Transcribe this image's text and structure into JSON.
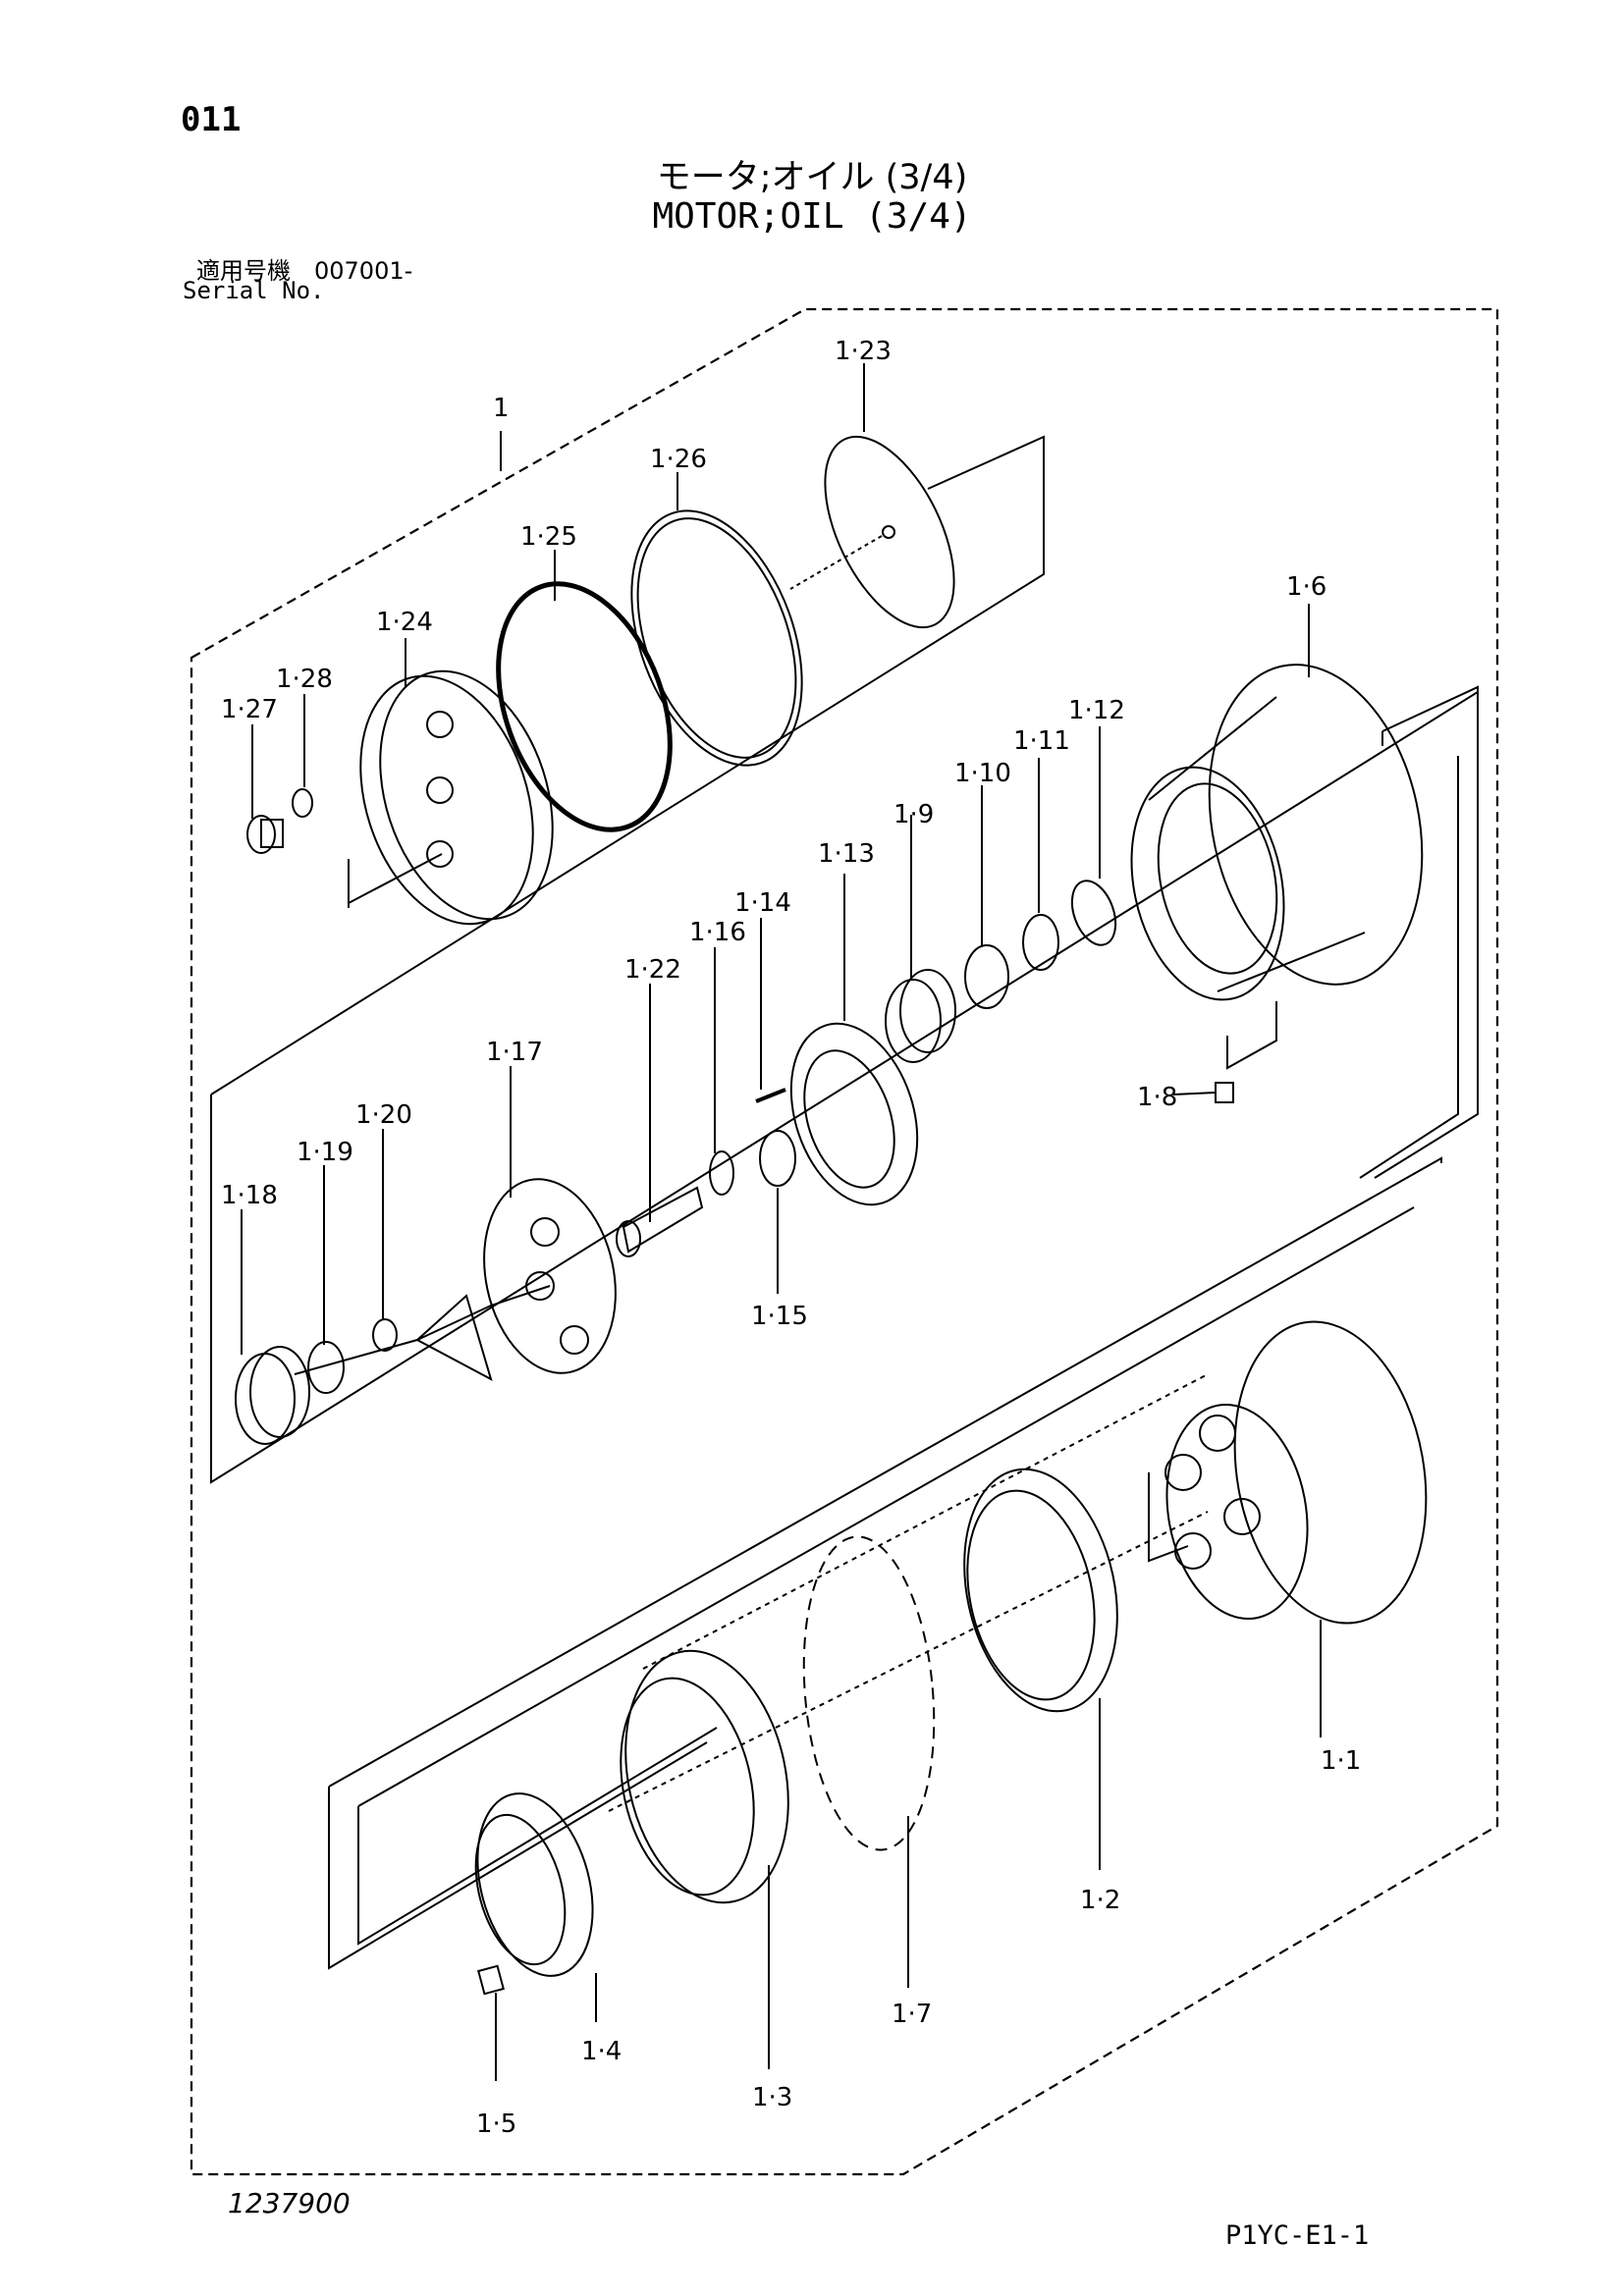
{
  "header": {
    "page_code": "011",
    "title_jp": "モータ;オイル (3/4)",
    "title_en": "MOTOR;OIL (3/4)",
    "serial_label_jp": "適用号機　007001-",
    "serial_label_en": "Serial No."
  },
  "callouts": {
    "c1": "1",
    "c1_1": "1·1",
    "c1_2": "1·2",
    "c1_3": "1·3",
    "c1_4": "1·4",
    "c1_5": "1·5",
    "c1_6": "1·6",
    "c1_7": "1·7",
    "c1_8": "1·8",
    "c1_9": "1·9",
    "c1_10": "1·10",
    "c1_11": "1·11",
    "c1_12": "1·12",
    "c1_13": "1·13",
    "c1_14": "1·14",
    "c1_15": "1·15",
    "c1_16": "1·16",
    "c1_17": "1·17",
    "c1_18": "1·18",
    "c1_19": "1·19",
    "c1_20": "1·20",
    "c1_22": "1·22",
    "c1_23": "1·23",
    "c1_24": "1·24",
    "c1_25": "1·25",
    "c1_26": "1·26",
    "c1_27": "1·27",
    "c1_28": "1·28"
  },
  "footer": {
    "drawing_number": "1237900",
    "sheet_code": "P1YC-E1-1"
  }
}
